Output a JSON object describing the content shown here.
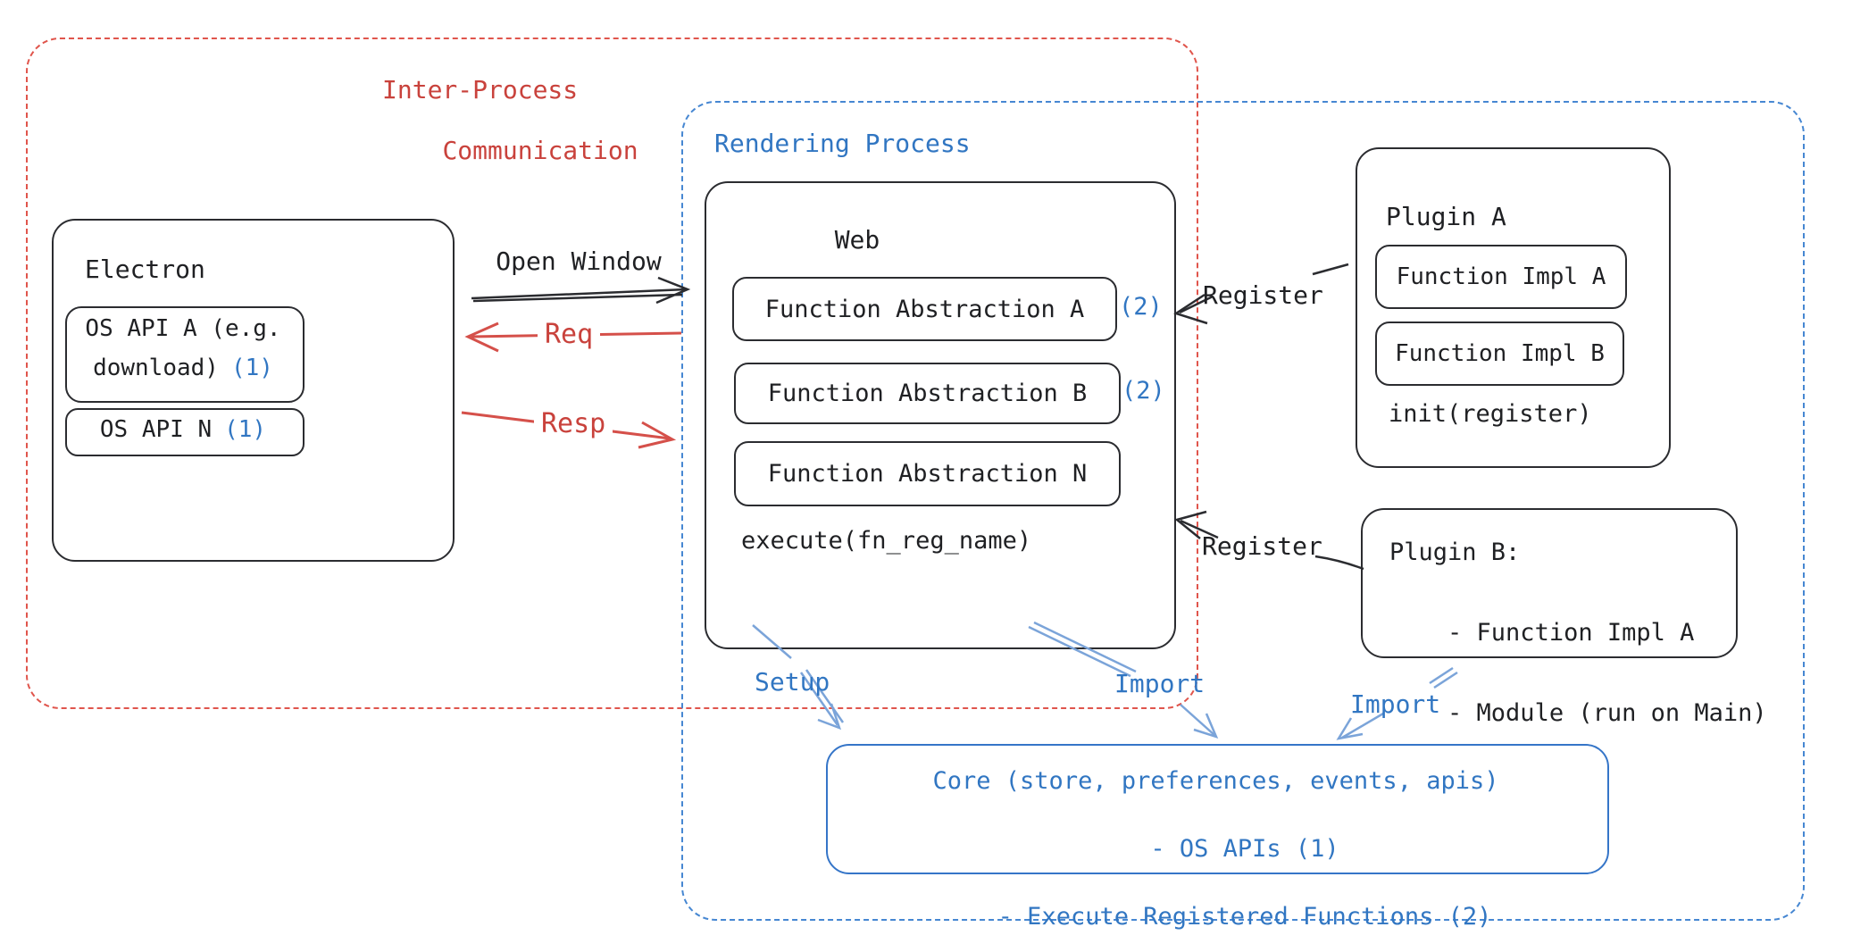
{
  "diagram": {
    "ipc_box": {
      "label_line1": "Inter-Process",
      "label_line2": "Communication"
    },
    "rendering_box": {
      "label": "Rendering Process"
    },
    "electron": {
      "title": "Electron",
      "api_a_line1": "OS API A (e.g.",
      "api_a_line2": "download)",
      "api_a_badge": "(1)",
      "api_n": "OS API N",
      "api_n_badge": "(1)"
    },
    "web": {
      "title": "Web",
      "fn_a": "Function Abstraction A",
      "fn_a_badge": "(2)",
      "fn_b": "Function Abstraction B",
      "fn_b_badge": "(2)",
      "fn_n": "Function Abstraction N",
      "execute": "execute(fn_reg_name)"
    },
    "plugin_a": {
      "title": "Plugin A",
      "impl_a": "Function Impl A",
      "impl_b": "Function Impl B",
      "init": "init(register)"
    },
    "plugin_b": {
      "title": "Plugin B:",
      "line1": "- Function Impl A",
      "line2": "- Module (run on Main)"
    },
    "core": {
      "line1": "Core (store, preferences, events, apis)",
      "line2": "- OS APIs (1)",
      "line3": "- Execute Registered Functions (2)"
    },
    "arrows": {
      "open_window": "Open Window",
      "req": "Req",
      "resp": "Resp",
      "register_top": "Register",
      "register_bottom": "Register",
      "setup": "Setup",
      "import_left": "Import",
      "import_right": "Import"
    },
    "colors": {
      "ink": "#1f2023",
      "red_text": "#c9423c",
      "red_dash": "#e0554c",
      "blue_text": "#3176c2",
      "blue_dash": "#4687d2",
      "blue_arrow": "#7ba4d9"
    }
  }
}
